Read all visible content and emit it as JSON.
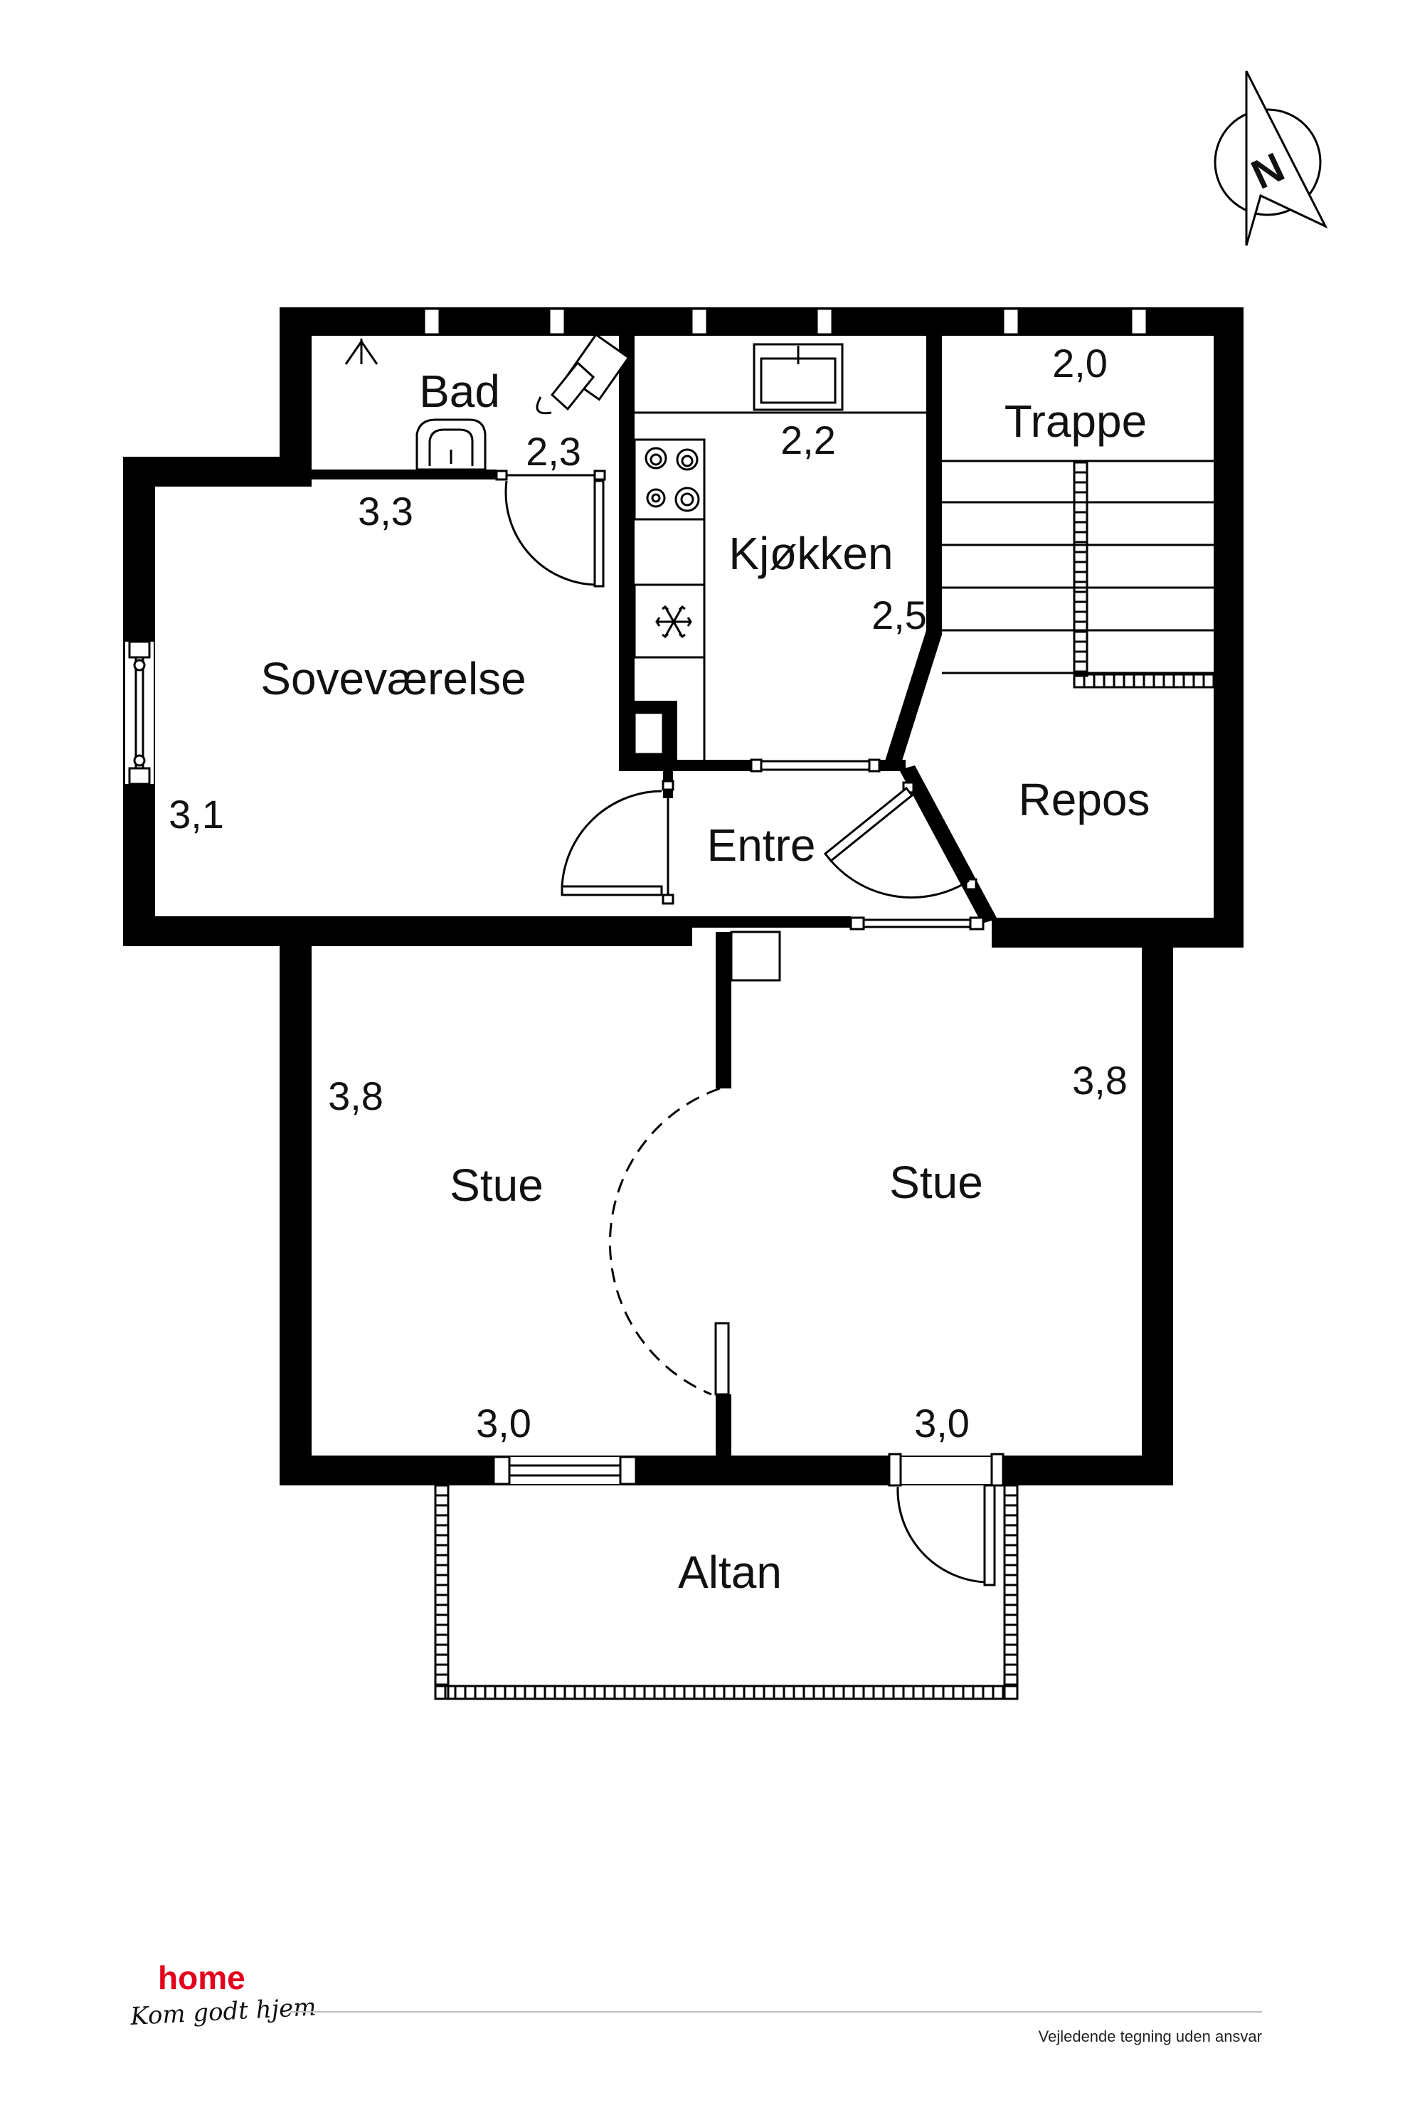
{
  "rooms": {
    "bad": "Bad",
    "kokken": "Kjøkken",
    "trappe": "Trappe",
    "sovevaerelse": "Soveværelse",
    "entre": "Entre",
    "repos": "Repos",
    "stue_left": "Stue",
    "stue_right": "Stue",
    "altan": "Altan"
  },
  "dimensions": {
    "bad": "2,3",
    "kokken_top": "2,2",
    "kokken_side": "2,5",
    "trappe": "2,0",
    "sove_top": "3,3",
    "sove_side": "3,1",
    "stue_left_side": "3,8",
    "stue_right_side": "3,8",
    "stue_left_bottom": "3,0",
    "stue_right_bottom": "3,0"
  },
  "compass": {
    "label": "N",
    "icon": "north-arrow-icon"
  },
  "footer": {
    "brand": "home",
    "slogan": "Kom godt hjem",
    "disclaimer": "Vejledende tegning uden ansvar"
  },
  "colors": {
    "wall": "#000000",
    "brand": "#e3001b",
    "background": "#ffffff"
  }
}
